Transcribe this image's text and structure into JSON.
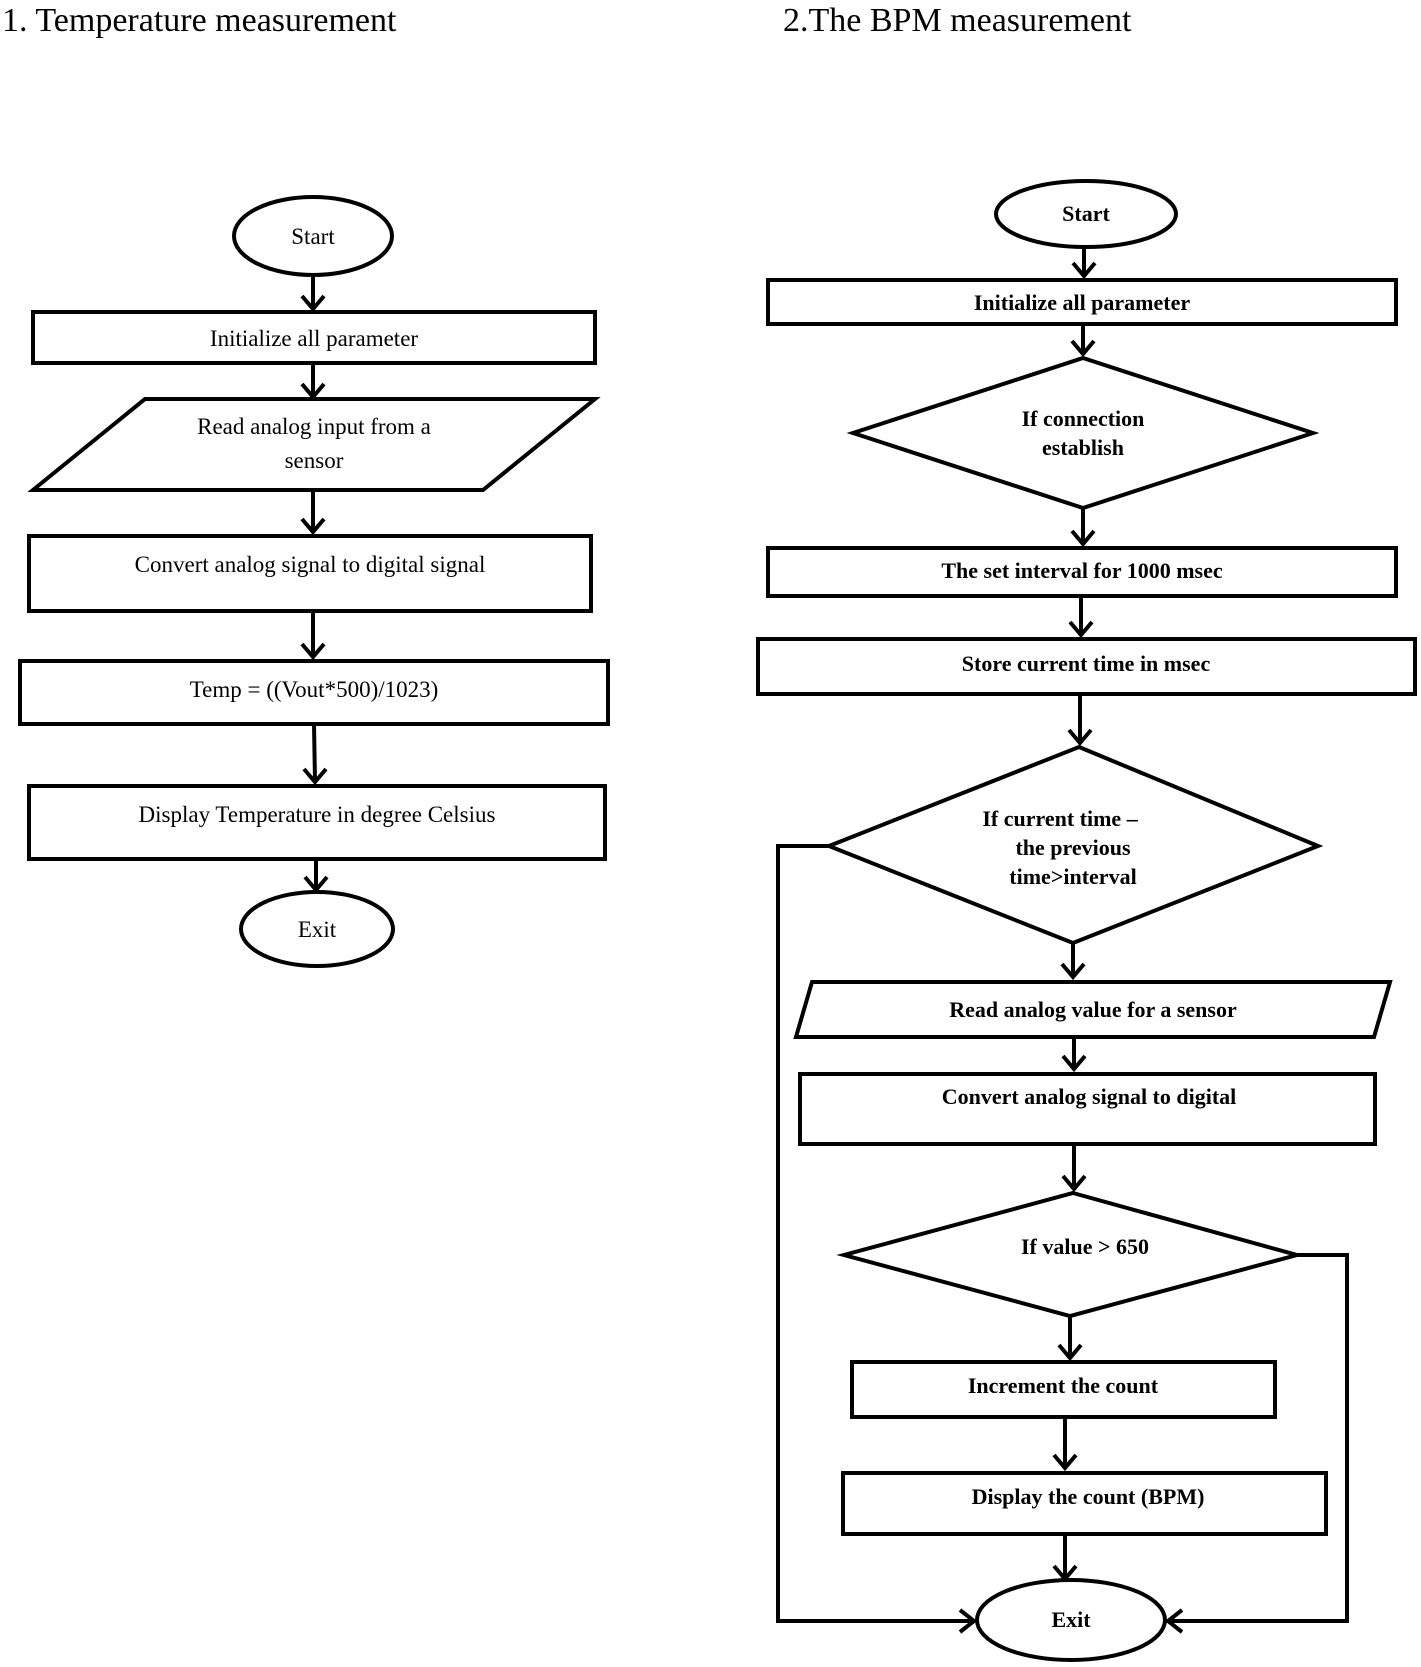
{
  "left": {
    "title": "1. Temperature measurement",
    "start": "Start",
    "init": "Initialize all parameter",
    "read": [
      "Read analog input from a",
      "sensor"
    ],
    "convert": "Convert analog signal to digital signal",
    "formula": "Temp = ((Vout*500)/1023)",
    "display": "Display Temperature in degree Celsius",
    "exit": "Exit"
  },
  "right": {
    "title": "2.The BPM measurement",
    "start": "Start",
    "init": "Initialize all parameter",
    "connection": [
      "If connection",
      "establish"
    ],
    "interval": "The set interval for 1000 msec",
    "store": "Store current time in msec",
    "time_check": [
      "If current time –",
      "the previous",
      "time>interval"
    ],
    "read": "Read analog value for a sensor",
    "convert": "Convert analog signal to digital",
    "value_check": "If value > 650",
    "increment": "Increment the count",
    "display": "Display the count (BPM)",
    "exit": "Exit"
  }
}
